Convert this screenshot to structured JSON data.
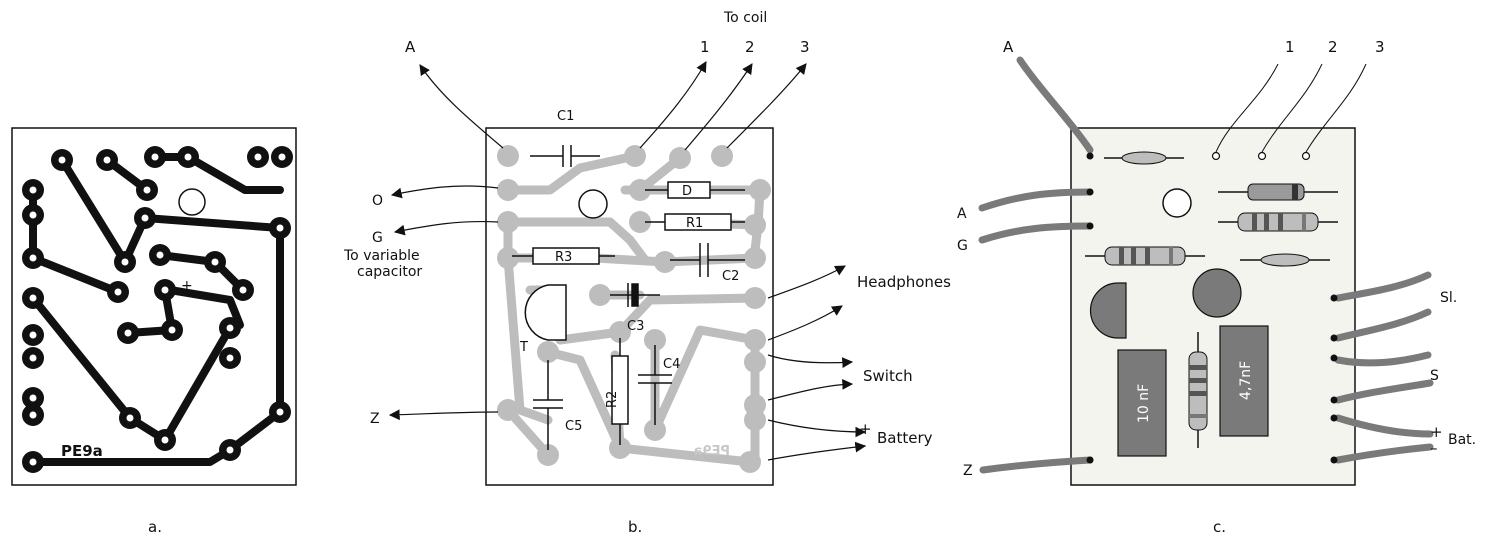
{
  "panels": {
    "a": {
      "caption": "a.",
      "board_code": "PE9a"
    },
    "b": {
      "caption": "b.",
      "header": "To coil",
      "terminals": {
        "a": "A",
        "one": "1",
        "two": "2",
        "three": "3",
        "o": "O",
        "g": "G",
        "z": "Z"
      },
      "variable_capacitor_line1": "To variable",
      "variable_capacitor_line2": "capacitor",
      "components": {
        "c1": "C1",
        "d": "D",
        "r1": "R1",
        "r3": "R3",
        "c2": "C2",
        "c3": "C3",
        "c4": "C4",
        "c5": "C5",
        "r2": "R2",
        "t": "T"
      },
      "outputs": {
        "headphones": "Headphones",
        "switch": "Switch",
        "battery": "Battery",
        "plus": "+",
        "minus": "–"
      },
      "board_code_mirrored": "PE9a"
    },
    "c": {
      "caption": "c.",
      "terminals": {
        "a_top": "A",
        "one": "1",
        "two": "2",
        "three": "3",
        "a_left": "A",
        "g": "G",
        "z": "Z"
      },
      "cap_10nf": "10 nF",
      "cap_47nf": "4,7nF",
      "outputs": {
        "sl": "Sl.",
        "s": "S",
        "bat": "Bat.",
        "plus": "+",
        "minus": "–"
      }
    }
  },
  "colors": {
    "trace_dark": "#111111",
    "trace_gray": "#bdbdbd",
    "component_gray": "#7a7a7a",
    "board_fill": "#f4f4ee"
  }
}
